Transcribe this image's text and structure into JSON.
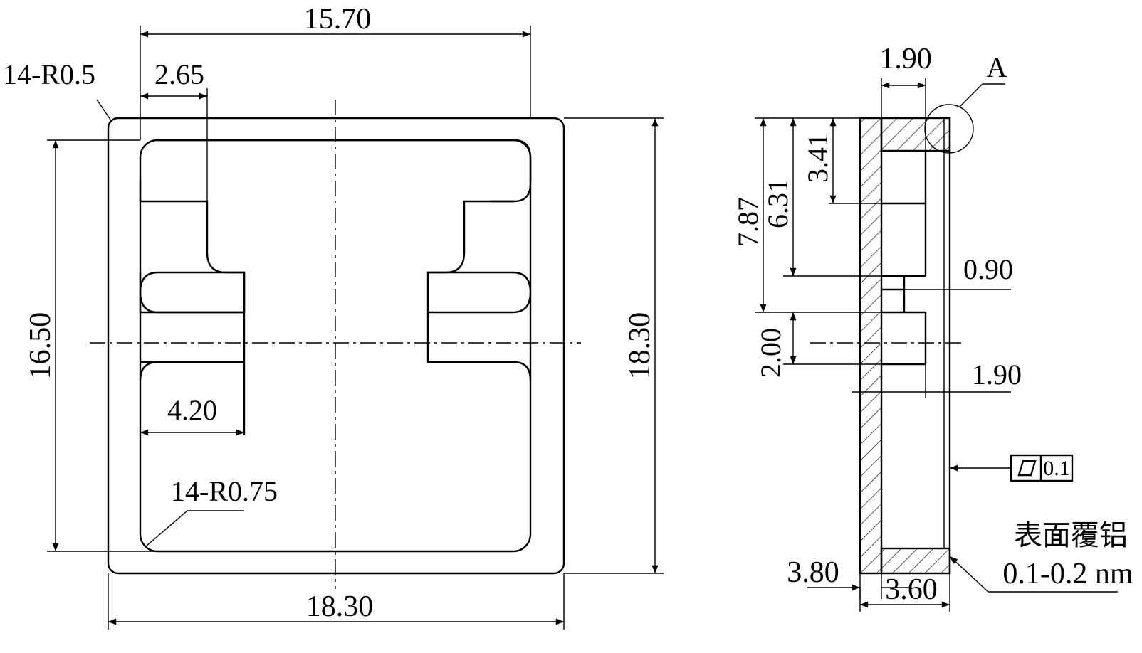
{
  "front_view": {
    "dim_top_inner": "15.70",
    "dim_corner_radius_outer": "14-R0.5",
    "dim_slot_width": "2.65",
    "dim_left_height": "16.50",
    "dim_right_height": "18.30",
    "dim_tab_width": "4.20",
    "dim_corner_radius_inner": "14-R0.75",
    "dim_bottom_width": "18.30"
  },
  "side_view": {
    "dim_top_thickness": "1.90",
    "detail_label": "A",
    "dim_3_41": "3.41",
    "dim_6_31": "6.31",
    "dim_7_87": "7.87",
    "dim_0_90": "0.90",
    "dim_2_00": "2.00",
    "dim_1_90_mid": "1.90",
    "flatness_tolerance": "0.1",
    "note_line1": "表面覆铝",
    "note_line2": "0.1-0.2 nm",
    "dim_3_80": "3.80",
    "dim_3_60": "3.60"
  }
}
